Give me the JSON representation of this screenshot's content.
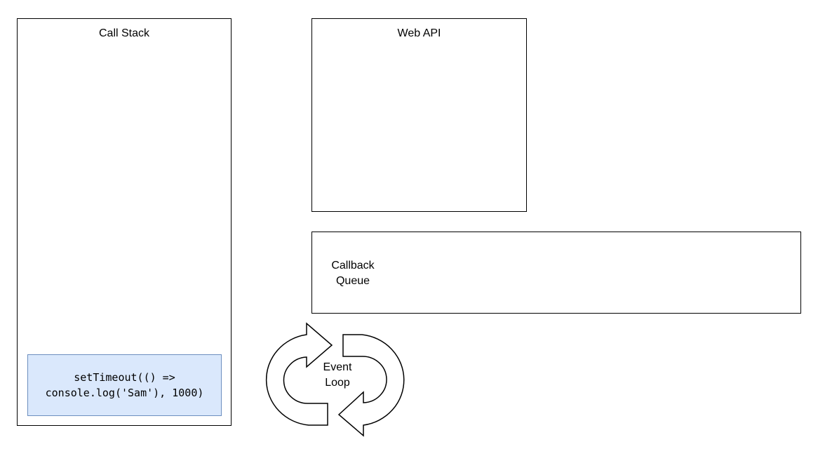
{
  "call_stack": {
    "title": "Call Stack",
    "frames": [
      {
        "line1": "setTimeout(() =>",
        "line2": "console.log('Sam'), 1000)"
      }
    ]
  },
  "web_api": {
    "title": "Web API"
  },
  "callback_queue": {
    "label_line1": "Callback",
    "label_line2": "Queue"
  },
  "event_loop": {
    "label_line1": "Event",
    "label_line2": "Loop"
  },
  "colors": {
    "frame_fill": "#dae8fc",
    "frame_border": "#6c8ebf",
    "outline": "#000000",
    "background": "#ffffff"
  }
}
